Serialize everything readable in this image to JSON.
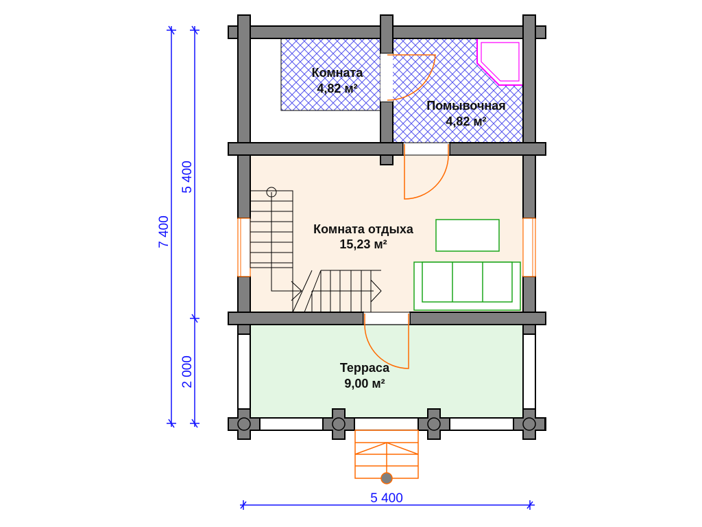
{
  "plan": {
    "rooms": [
      {
        "name": "Комната",
        "area": "4,82 м²"
      },
      {
        "name": "Помывочная",
        "area": "4,82 м²"
      },
      {
        "name": "Комната отдыха",
        "area": "15,23 м²"
      },
      {
        "name": "Терраса",
        "area": "9,00 м²"
      }
    ],
    "dimensions": {
      "total_depth": "7 400",
      "house_depth": "5 400",
      "terrace_depth": "2 000",
      "width": "5 400"
    },
    "colors": {
      "wall": "#808080",
      "hatch": "#4444ee",
      "rest_room": "#fdf1e4",
      "terrace": "#e3f6e3",
      "door": "#ff6a00",
      "furniture": "#1aa51a",
      "shower": "#ff00ff",
      "dimension": "#1010ff"
    }
  }
}
